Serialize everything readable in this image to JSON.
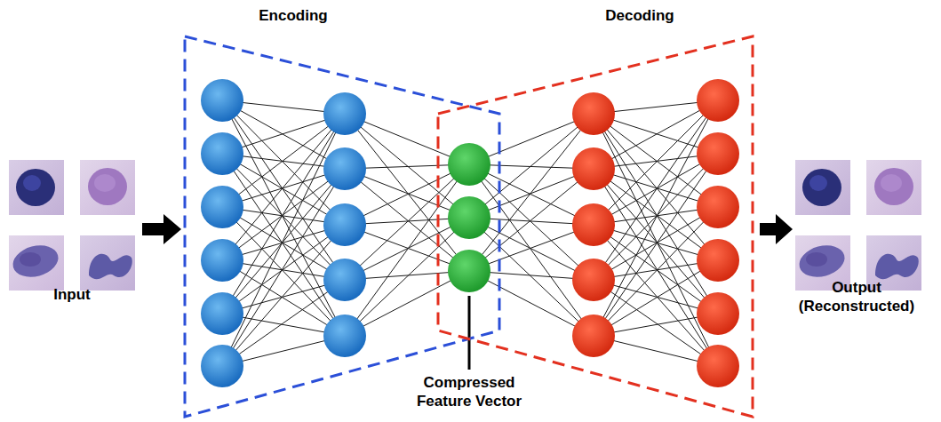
{
  "diagram": {
    "nodes": [
      {
        "text": [
          "Encoding"
        ]
      },
      {
        "text": [
          "Decoding"
        ]
      }
    ],
    "labels": [
      "Input",
      "Output (Reconstructed)",
      "Compressed Feature Vector"
    ]
  }
}
